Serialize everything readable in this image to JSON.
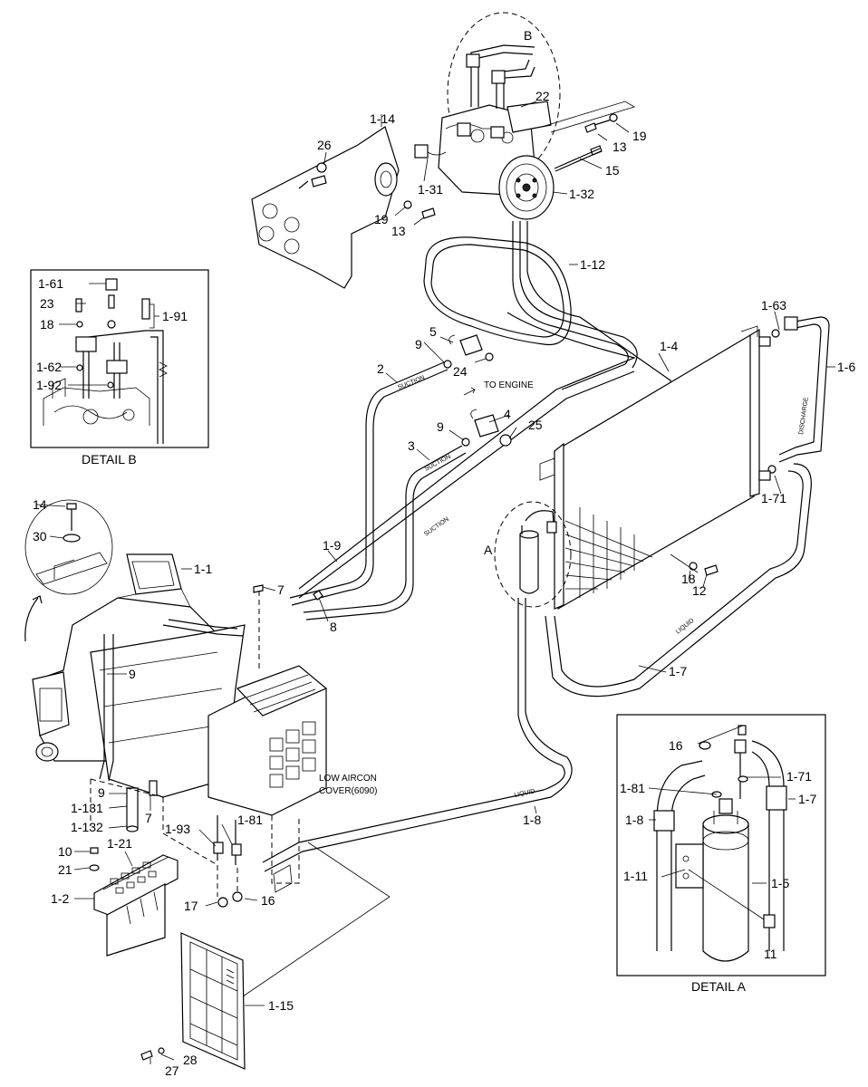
{
  "callouts": {
    "c_1_1": "1-1",
    "c_1_2": "1-2",
    "c_1_4": "1-4",
    "c_1_5": "1-5",
    "c_1_6": "1-6",
    "c_1_7": "1-7",
    "c_1_7b": "1-7",
    "c_1_8": "1-8",
    "c_1_8b": "1-8",
    "c_1_9": "1-9",
    "c_1_11": "1-11",
    "c_1_12": "1-12",
    "c_1_14": "1-14",
    "c_1_15": "1-15",
    "c_1_21": "1-21",
    "c_1_31": "1-31",
    "c_1_32": "1-32",
    "c_1_61": "1-61",
    "c_1_62": "1-62",
    "c_1_63": "1-63",
    "c_1_71": "1-71",
    "c_1_71b": "1-71",
    "c_1_81": "1-81",
    "c_1_81b": "1-81",
    "c_1_91": "1-91",
    "c_1_92": "1-92",
    "c_1_93": "1-93",
    "c_1_131": "1-131",
    "c_1_132": "1-132",
    "c_2": "2",
    "c_3": "3",
    "c_4": "4",
    "c_5": "5",
    "c_7a": "7",
    "c_7b": "7",
    "c_8": "8",
    "c_9a": "9",
    "c_9b": "9",
    "c_9c": "9",
    "c_9d": "9",
    "c_10": "10",
    "c_11": "11",
    "c_12": "12",
    "c_13a": "13",
    "c_13b": "13",
    "c_14": "14",
    "c_15": "15",
    "c_16a": "16",
    "c_16b": "16",
    "c_17": "17",
    "c_18a": "18",
    "c_18b": "18",
    "c_19a": "19",
    "c_19b": "19",
    "c_21": "21",
    "c_22": "22",
    "c_23": "23",
    "c_24": "24",
    "c_25": "25",
    "c_26": "26",
    "c_27": "27",
    "c_28": "28",
    "c_30": "30",
    "c_A": "A",
    "c_B": "B"
  },
  "captions": {
    "detail_a": "DETAIL A",
    "detail_b": "DETAIL B",
    "to_engine": "TO ENGINE",
    "low_aircon_1": "LOW AIRCON",
    "low_aircon_2": "COVER(6090)"
  },
  "hose_markings": {
    "suction": "SUCTION",
    "liquid": "LIQUID",
    "discharge": "DISCHARGE"
  }
}
